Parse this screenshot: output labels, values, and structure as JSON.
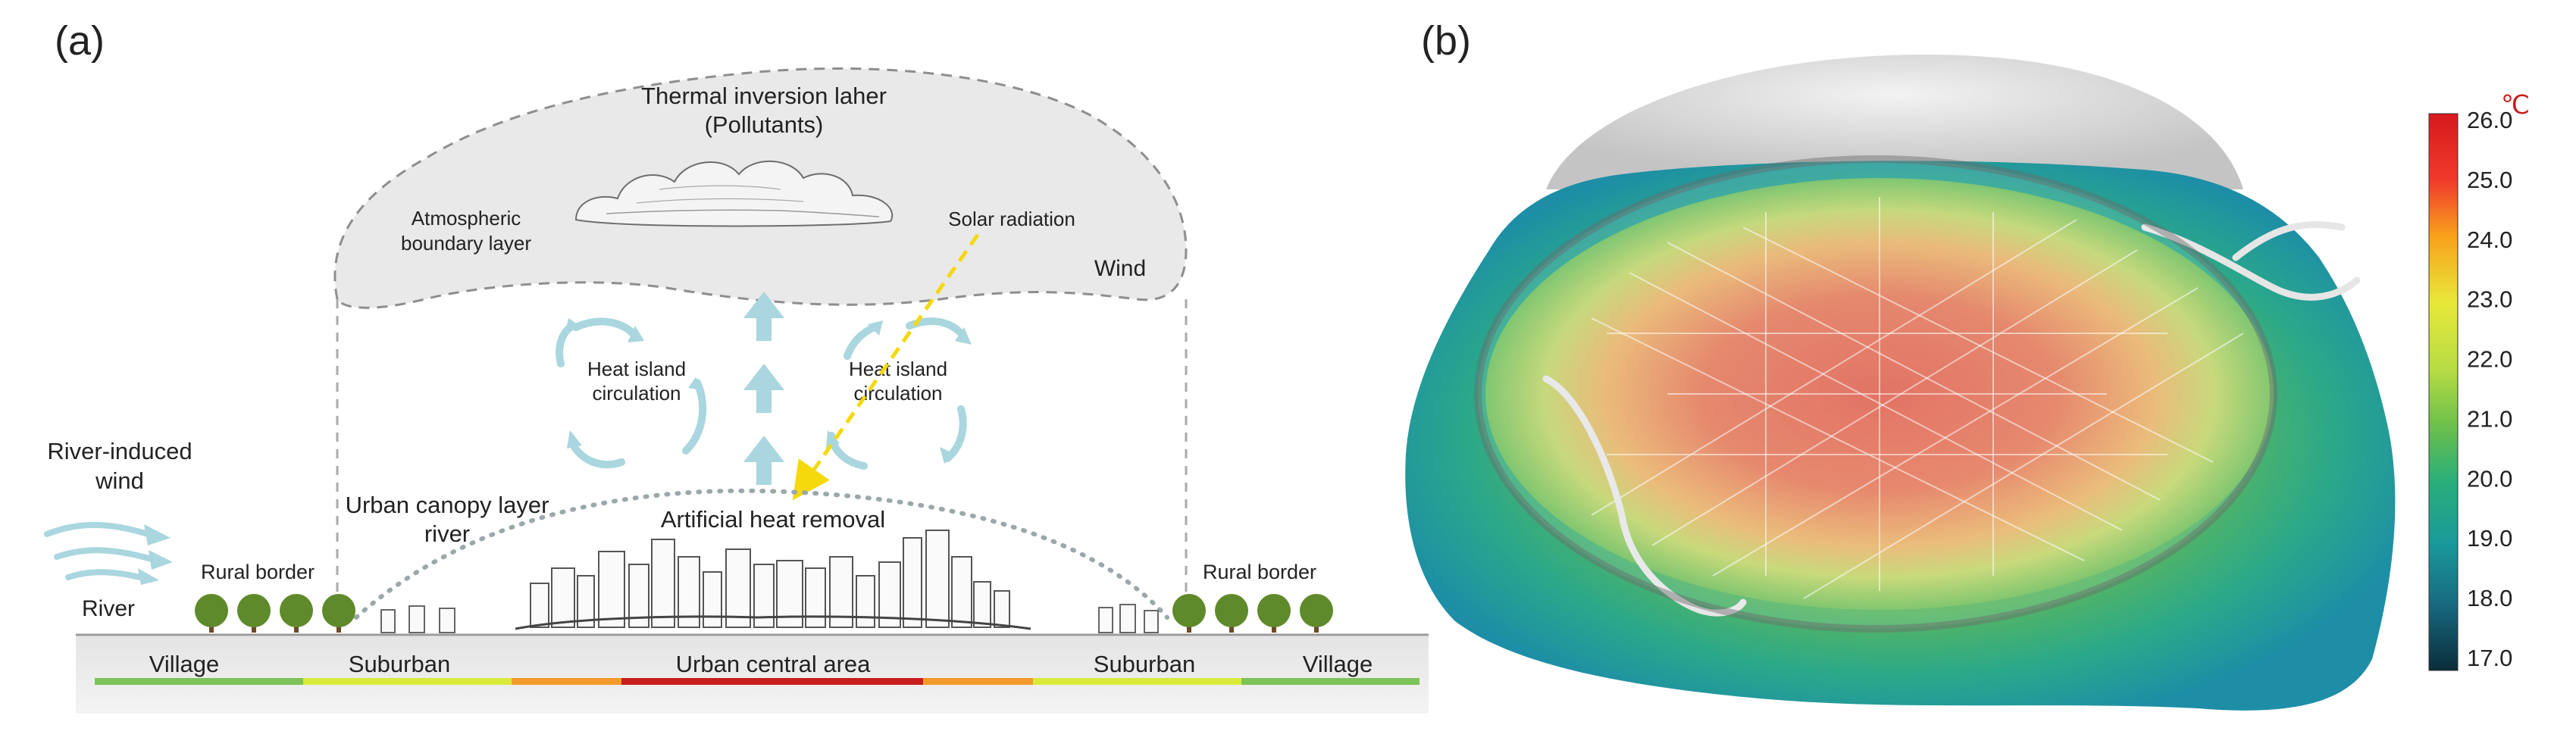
{
  "panel_a": {
    "label": "(a)",
    "inversion_title": "Thermal inversion laher",
    "inversion_sub": "(Pollutants)",
    "boundary_line1": "Atmospheric",
    "boundary_line2": "boundary layer",
    "solar": "Solar radiation",
    "wind": "Wind",
    "heat_island_left_1": "Heat island",
    "heat_island_left_2": "circulation",
    "heat_island_right_1": "Heat island",
    "heat_island_right_2": "circulation",
    "river_wind_1": "River-induced",
    "river_wind_2": "wind",
    "canopy_1": "Urban canopy layer",
    "canopy_2": "river",
    "artificial_heat": "Artificial heat removal",
    "rural_border_left": "Rural border",
    "rural_border_right": "Rural border",
    "river": "River",
    "zones": [
      "Village",
      "Suburban",
      "Urban central area",
      "Suburban",
      "Village"
    ]
  },
  "panel_b": {
    "label": "(b)",
    "colorbar": {
      "unit": "℃",
      "ticks": [
        "26.0",
        "25.0",
        "24.0",
        "23.0",
        "22.0",
        "21.0",
        "20.0",
        "19.0",
        "18.0",
        "17.0"
      ],
      "min": 17.0,
      "max": 26.0
    }
  },
  "colors": {
    "village": "#7cc35a",
    "suburban": "#d9ea3c",
    "transition": "#f29a2a",
    "urban": "#c81d1d",
    "arrow": "#a9d6df",
    "solar": "#f5d90a"
  }
}
